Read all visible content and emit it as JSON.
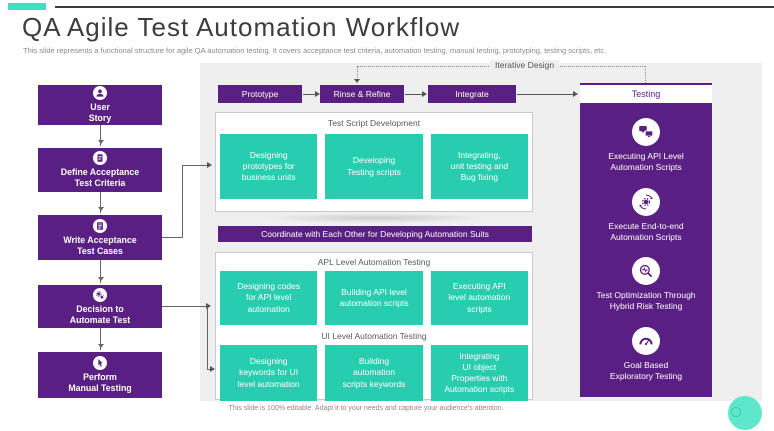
{
  "colors": {
    "purple": "#5A1F82",
    "teal": "#27CDAE",
    "accent_teal": "#3EDFC3",
    "panel_gray": "#F0EFF0",
    "deco_teal": "#5FE7CC"
  },
  "header": {
    "title": "QA Agile Test Automation Workflow",
    "subtitle": "This slide represents a functional structure for agile QA automation testing. It covers acceptance test criteria, automation testing, manual testing, prototyping, testing scripts, etc."
  },
  "left_flow": {
    "steps": [
      {
        "label": "User\nStory",
        "icon": "user-icon"
      },
      {
        "label": "Define Acceptance\nTest Criteria",
        "icon": "acceptance-criteria-icon"
      },
      {
        "label": "Write Acceptance\nTest Cases",
        "icon": "test-cases-icon"
      },
      {
        "label": "Decision to\nAutomate Test",
        "icon": "automation-decision-icon"
      },
      {
        "label": "Perform\nManual Testing",
        "icon": "manual-testing-icon"
      }
    ]
  },
  "pipeline": {
    "buttons": [
      {
        "label": "Prototype"
      },
      {
        "label": "Rinse & Refine"
      },
      {
        "label": "Integrate"
      }
    ],
    "iterative_label": "Iterative Design",
    "testing_label": "Testing"
  },
  "sections": {
    "test_script": {
      "title": "Test Script Development",
      "boxes": [
        "Designing\nprototypes for\nbusiness units",
        "Developing\nTesting scripts",
        "Integrating,\nunit testing and\nBug fixing"
      ]
    },
    "coordinate_bar": "Coordinate with Each Other for Developing Automation Suits",
    "api": {
      "title": "APL Level Automation Testing",
      "boxes": [
        "Designing codes\nfor API level\nautomation",
        "Building API level\nautomation scripts",
        "Executing API\nlevel automation\nscripts"
      ]
    },
    "ui": {
      "title": "UI Level Automation Testing",
      "boxes": [
        "Designing\nkeywords for UI\nlevel automation",
        "Building\nautomation\nscripts keywords",
        "Integrating\nUI object\nProperties with\nAutomation scripts"
      ]
    }
  },
  "testing_panel": {
    "items": [
      {
        "label": "Executing API Level\nAutomation Scripts",
        "icon": "api-monitors-icon"
      },
      {
        "label": "Execute End-to-end\nAutomation Scripts",
        "icon": "end-to-end-sync-icon"
      },
      {
        "label": "Test Optimization Through\nHybrid Risk Testing",
        "icon": "risk-analysis-magnifier-icon"
      },
      {
        "label": "Goal Based\nExploratory Testing",
        "icon": "exploratory-gauge-icon"
      }
    ]
  },
  "footer": {
    "note": "This slide is 100% editable. Adapt it to your needs and capture your audience's attention."
  }
}
